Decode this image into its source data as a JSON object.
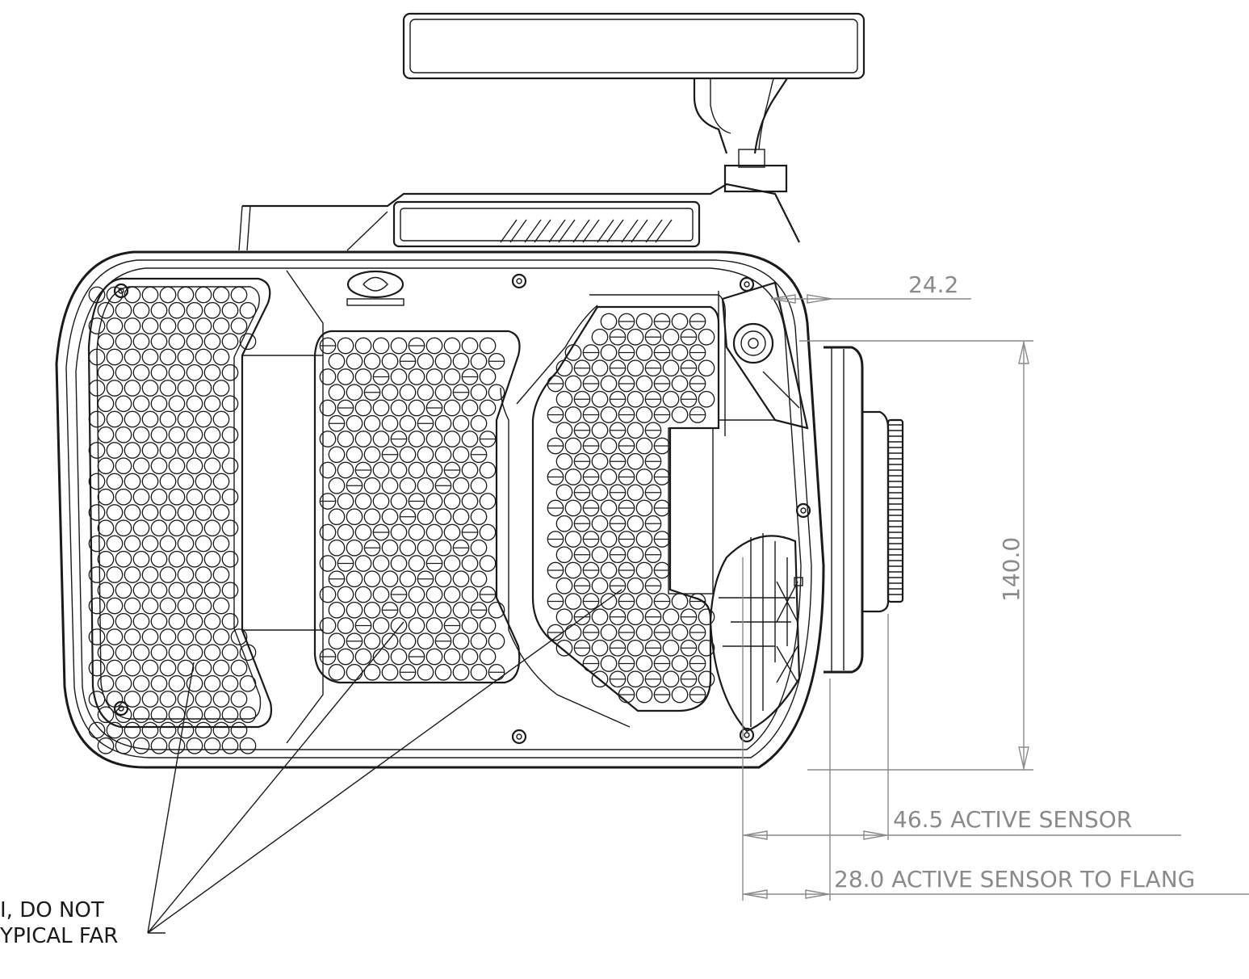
{
  "dimensions": {
    "top_offset": "24.2",
    "height": "140.0",
    "active_sensor": "46.5 ACTIVE SENSOR",
    "sensor_to_flange": "28.0 ACTIVE SENSOR TO FLANG"
  },
  "note": {
    "line1": "I, DO NOT",
    "line2": "YPICAL FAR"
  },
  "colors": {
    "outline": "#1a1a1a",
    "dimension": "#8a8a8a",
    "background": "#ffffff"
  }
}
